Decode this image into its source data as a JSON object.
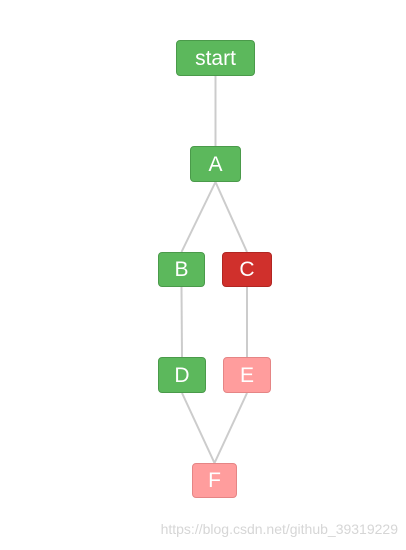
{
  "nodes": {
    "start": {
      "label": "start",
      "status": "done"
    },
    "A": {
      "label": "A",
      "status": "done"
    },
    "B": {
      "label": "B",
      "status": "done"
    },
    "C": {
      "label": "C",
      "status": "failed"
    },
    "D": {
      "label": "D",
      "status": "done"
    },
    "E": {
      "label": "E",
      "status": "pending"
    },
    "F": {
      "label": "F",
      "status": "pending"
    }
  },
  "edges": [
    [
      "start",
      "A"
    ],
    [
      "A",
      "B"
    ],
    [
      "A",
      "C"
    ],
    [
      "B",
      "D"
    ],
    [
      "C",
      "E"
    ],
    [
      "D",
      "F"
    ],
    [
      "E",
      "F"
    ]
  ],
  "colors": {
    "done": "#5cb85c",
    "failed": "#d0302c",
    "pending": "#ff9d9d",
    "edge": "#cccccc",
    "watermark": "#d6d6d6"
  },
  "watermark": "https://blog.csdn.net/github_39319229"
}
